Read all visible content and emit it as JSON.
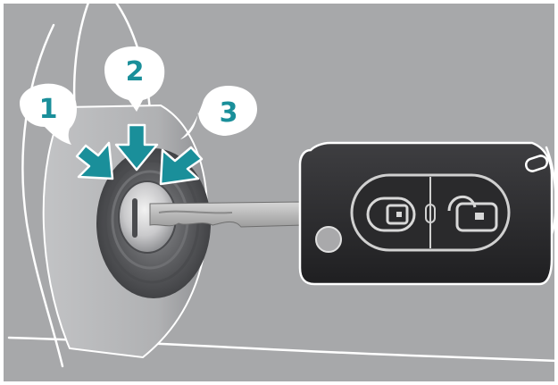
{
  "callouts": [
    {
      "number": "1"
    },
    {
      "number": "2"
    },
    {
      "number": "3"
    }
  ],
  "colors": {
    "background": "#a7a8aa",
    "callout_fill": "#ffffff",
    "callout_text": "#1a8f9a",
    "arrow": "#1a8f9a",
    "key_body": "#2f2f31",
    "key_blade": "#b9b9b9",
    "outline": "#ffffff"
  },
  "icons": [
    "ignition-lock-icon",
    "key-blade-icon",
    "remote-fob-icon",
    "padlock-closed-icon",
    "padlock-open-icon",
    "fold-button-icon",
    "keyring-hole-icon",
    "arrow-icon"
  ]
}
